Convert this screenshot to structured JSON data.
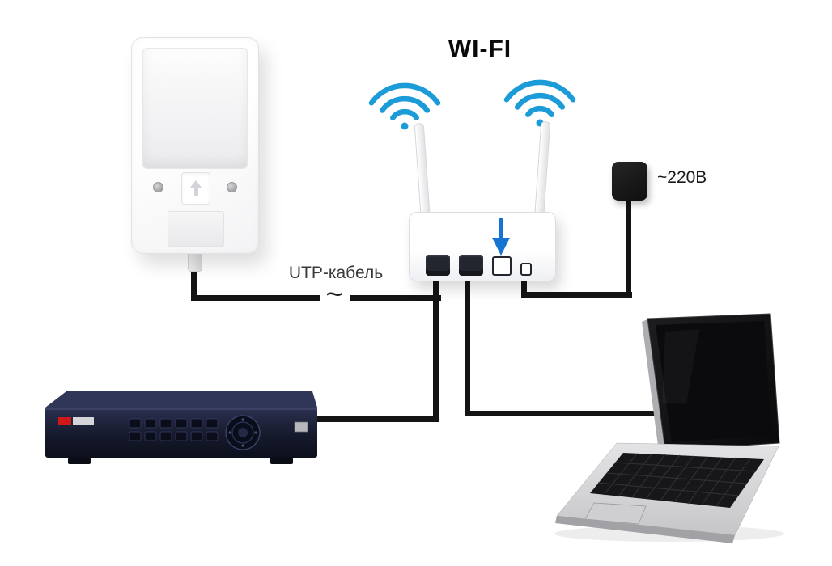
{
  "diagram": {
    "title": "WI-FI",
    "utp_label": "UTP-кабель",
    "cable_break_symbol": "~",
    "power_label": "~220В"
  },
  "icons": {
    "wifi_signal": "wifi-signal-icon",
    "down_arrow": "down-arrow-icon"
  },
  "devices": {
    "access_point": "outdoor-access-point",
    "router": "wifi-router",
    "power_adapter": "power-adapter",
    "dvr": "dvr",
    "laptop": "laptop"
  },
  "colors": {
    "wifi_blue": "#1b9cd8",
    "arrow_blue": "#1673d1",
    "cable": "#141414",
    "background": "#ffffff"
  }
}
